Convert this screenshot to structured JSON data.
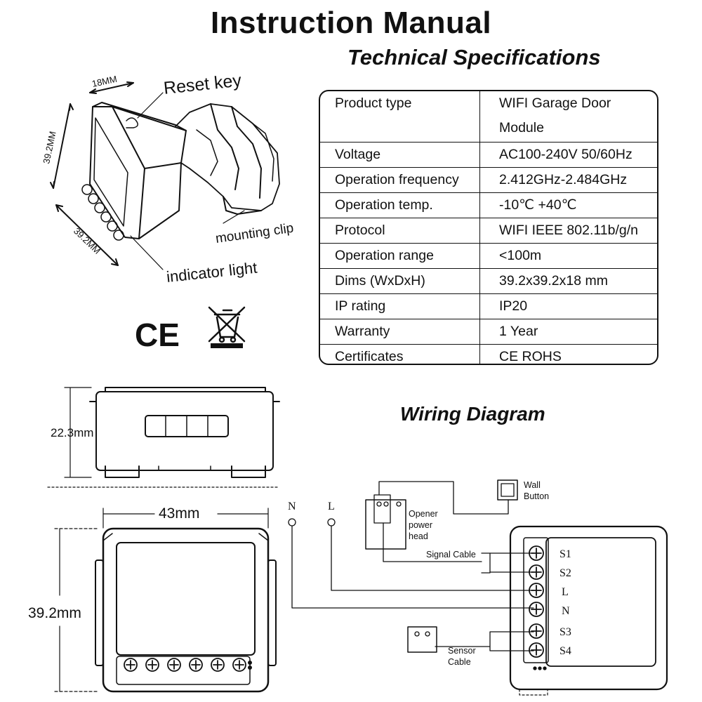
{
  "header": {
    "title": "Instruction Manual",
    "subtitle": "Technical Specifications"
  },
  "device_drawing": {
    "dim_width": "18MM",
    "dim_height": "39.2MM",
    "dim_depth": "39.2MM",
    "reset_key_label": "Reset key",
    "mounting_clip_label": "mounting clip",
    "indicator_light_label": "indicator light",
    "ce_mark": "CE"
  },
  "specs": {
    "rows": [
      {
        "property": "Product type",
        "value": "WIFI Garage Door\n Module"
      },
      {
        "property": "Voltage",
        "value": "AC100-240V 50/60Hz"
      },
      {
        "property": "Operation frequency",
        "value": "2.412GHz-2.484GHz"
      },
      {
        "property": "Operation temp.",
        "value": "-10℃ +40℃"
      },
      {
        "property": "Protocol",
        "value": "WIFI IEEE 802.11b/g/n"
      },
      {
        "property": "Operation range",
        "value": "<100m"
      },
      {
        "property": "Dims (WxDxH)",
        "value": "39.2x39.2x18 mm"
      },
      {
        "property": "IP rating",
        "value": "IP20"
      },
      {
        "property": "Warranty",
        "value": "1 Year"
      },
      {
        "property": "Certificates",
        "value": "CE ROHS"
      }
    ]
  },
  "side_view": {
    "height_label": "22.3mm"
  },
  "front_view": {
    "width_label": "43mm",
    "height_label": "39.2mm"
  },
  "wiring": {
    "title": "Wiring Diagram",
    "neutral_label": "N",
    "live_label": "L",
    "opener_label_lines": [
      "Opener",
      "power",
      "head"
    ],
    "wall_button_label_lines": [
      "Wall",
      "Button"
    ],
    "signal_cable_label": "Signal Cable",
    "sensor_cable_label_lines": [
      "Sensor",
      "Cable"
    ],
    "terminals": [
      "S1",
      "S2",
      "L",
      "N",
      "S3",
      "S4"
    ]
  }
}
